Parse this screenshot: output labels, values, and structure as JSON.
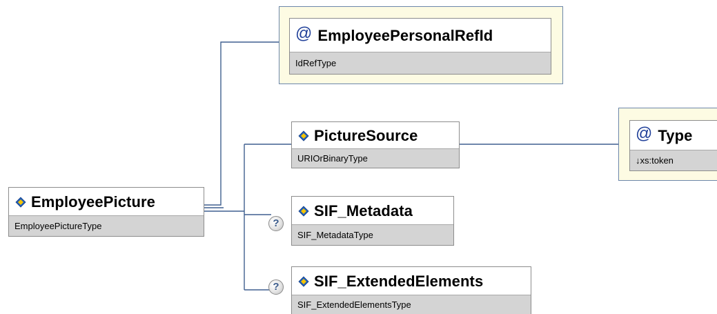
{
  "diagram": {
    "root": {
      "name": "EmployeePicture",
      "type": "EmployeePictureType",
      "icon": "element-icon"
    },
    "attribute_employee_personal_ref": {
      "name": "EmployeePersonalRefId",
      "type": "IdRefType",
      "icon": "attribute-at-icon",
      "symbol": "@"
    },
    "children": [
      {
        "name": "PictureSource",
        "type": "URIOrBinaryType",
        "icon": "element-icon",
        "optional": false
      },
      {
        "name": "SIF_Metadata",
        "type": "SIF_MetadataType",
        "icon": "element-icon",
        "optional": true,
        "optional_symbol": "?"
      },
      {
        "name": "SIF_ExtendedElements",
        "type": "SIF_ExtendedElementsType",
        "icon": "element-icon",
        "optional": true,
        "optional_symbol": "?"
      }
    ],
    "picture_source_attribute": {
      "name": "Type",
      "type": "↓xs:token",
      "icon": "attribute-at-icon",
      "symbol": "@"
    },
    "colors": {
      "connector": "#3f5f8f",
      "attribute_background": "#fdfbe3",
      "attribute_border": "#6b86aa",
      "type_bar": "#d4d4d4",
      "at_symbol": "#1f3f99"
    }
  }
}
